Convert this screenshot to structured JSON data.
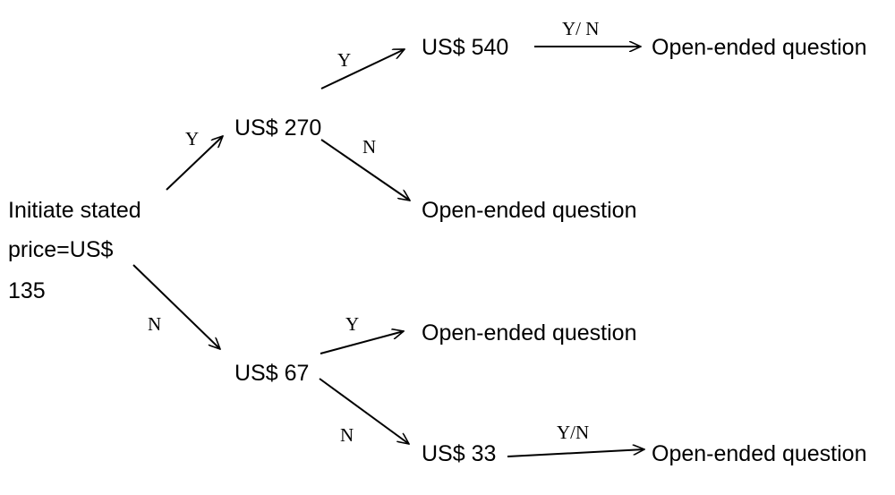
{
  "start": {
    "line1": "Initiate  stated",
    "line2": "price=US$",
    "line3": "135"
  },
  "nodes": {
    "n270": "US$ 270",
    "n540": "US$ 540",
    "n67": "US$ 67",
    "n33": "US$ 33",
    "open_540": "Open-ended question",
    "open_270_no": "Open-ended question",
    "open_67_yes": "Open-ended question",
    "open_33": "Open-ended question"
  },
  "labels": {
    "start_to_270": "Y",
    "start_to_67": "N",
    "n270_to_540": "Y",
    "n270_to_open": "N",
    "n540_to_open": "Y/ N",
    "n67_to_open": "Y",
    "n67_to_33": "N",
    "n33_to_open": "Y/N"
  }
}
